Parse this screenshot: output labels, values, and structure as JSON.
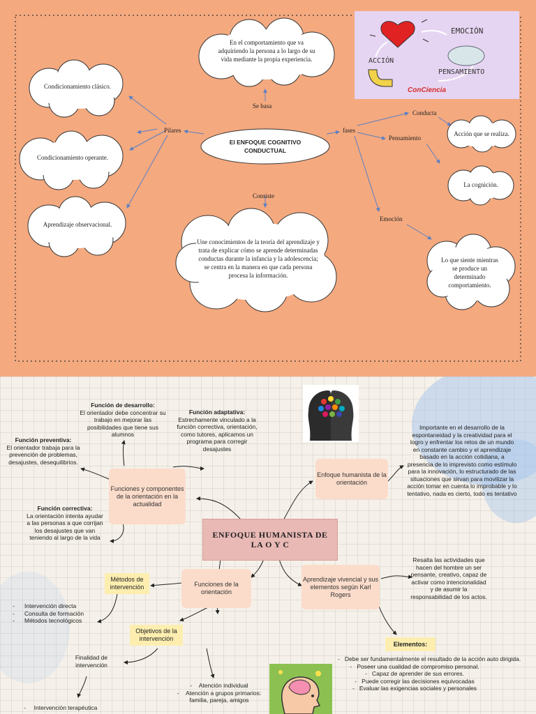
{
  "top": {
    "center": {
      "title_line1": "El ENFOQUE COGNITIVO",
      "title_line2": "CONDUCTUAL"
    },
    "se_basa": {
      "label": "Se basa",
      "text": "En el comportamiento que va adquiriendo la persona a lo largo de su vida mediante la propia experiencia."
    },
    "consiste": {
      "label": "Consiste",
      "text": "Une conocimientos de la teoría del aprendizaje y trata de explicar cómo se aprende determinadas conductas durante la infancia y la adolescencia; se centra en la manera en que cada persona procesa la información."
    },
    "pilares": {
      "label": "Pilares",
      "items": [
        "Condicionamiento clásico.",
        "Condicionamiento operante.",
        "Aprendizaje observacional."
      ]
    },
    "fases": {
      "label": "fases",
      "conducta": {
        "label": "Conducta",
        "text": "Acción que se realiza."
      },
      "pensamiento": {
        "label": "Pensamiento",
        "text": "La cognición."
      },
      "emocion": {
        "label": "Emoción",
        "text": "Lo que siente mientras se produce un determinado comportamiento."
      }
    },
    "image": {
      "emocion": "EMOCIÓN",
      "accion": "ACCIÓN",
      "pensamiento": "PENSAMIENTO",
      "brand": "ConCiencia"
    }
  },
  "bottom": {
    "center": {
      "line1": "ENFOQUE HUMANISTA DE",
      "line2": "LA O Y C"
    },
    "funciones_componentes": "Funciones y componentes de la orientación en la actualidad",
    "f_desarrollo": {
      "title": "Función de desarrollo:",
      "text": "El orientador debe concentrar su trabajo en mejorar las posibilidades que tiene sus alumnos"
    },
    "f_adaptativa": {
      "title": "Función adaptativa:",
      "text": "Estrechamente vinculado a la función correctiva, orientación, como tutores, aplicamos un programa para corregir desajustes"
    },
    "f_preventiva": {
      "title": "Función preventiva:",
      "text": "El orientador trabaja para la prevención de problemas, desajustes, desequilibrios."
    },
    "f_correctiva": {
      "title": "Función correctiva:",
      "text": "La orientación intenta ayudar a las personas a que corrijan los desajustes que van teniendo al largo de la vida"
    },
    "enfoque_humanista": "Enfoque humanista de la orientación",
    "enfoque_text": "Importante en el desarrollo de la espontaneidad y la creatividad para el logro y enfrentar los retos de un mundo en constante cambio y el aprendizaje basado en la acción cotidiana, a presencia de lo imprevisto como estímulo para la innovación, lo estructurado de las situaciones que sirvan para movilizar la acción tomar en cuenta lo improbable y lo tentativo, nada es cierto, todo es tentativo",
    "aprendizaje_vivencial": "Aprendizaje vivencial y sus elementos según Karl Rogers",
    "aprendizaje_text": "Resalta las actividades que hacen del hombre un ser pensante, creativo, capaz de activar como intencionalidad y de asumir la responsabilidad de los actos.",
    "elementos": {
      "title": "Elementos:",
      "items": [
        "Debe ser fundamentalmente el resultado de la acción auto dirigida.",
        "Poseer una cualidad de compromiso personal.",
        "Capaz de aprender de sus errores.",
        "Puede corregir las decisiones equivocadas",
        "Evaluar las exigencias sociales y personales"
      ]
    },
    "funciones_orientacion": "Funciones de la orientación",
    "metodos": {
      "title": "Métodos de intervención",
      "items": [
        "Intervención directa",
        "Consulta de formación",
        "Métodos tecnológicos"
      ]
    },
    "objetivos": "Objetivos de la intervención",
    "finalidad": "Finalidad de intervención",
    "finalidad_items": [
      "Intervención terapéutica"
    ],
    "atencion_items": [
      "Atención individual",
      "Atención a grupos primarios: familia, pareja, amigos"
    ]
  },
  "colors": {
    "top_bg": "#f4a97f",
    "arrow": "#5b7fc4",
    "pink_box": "#fbdcca",
    "yellow_box": "#fdeeb0",
    "center_box": "#e9b9b5"
  }
}
